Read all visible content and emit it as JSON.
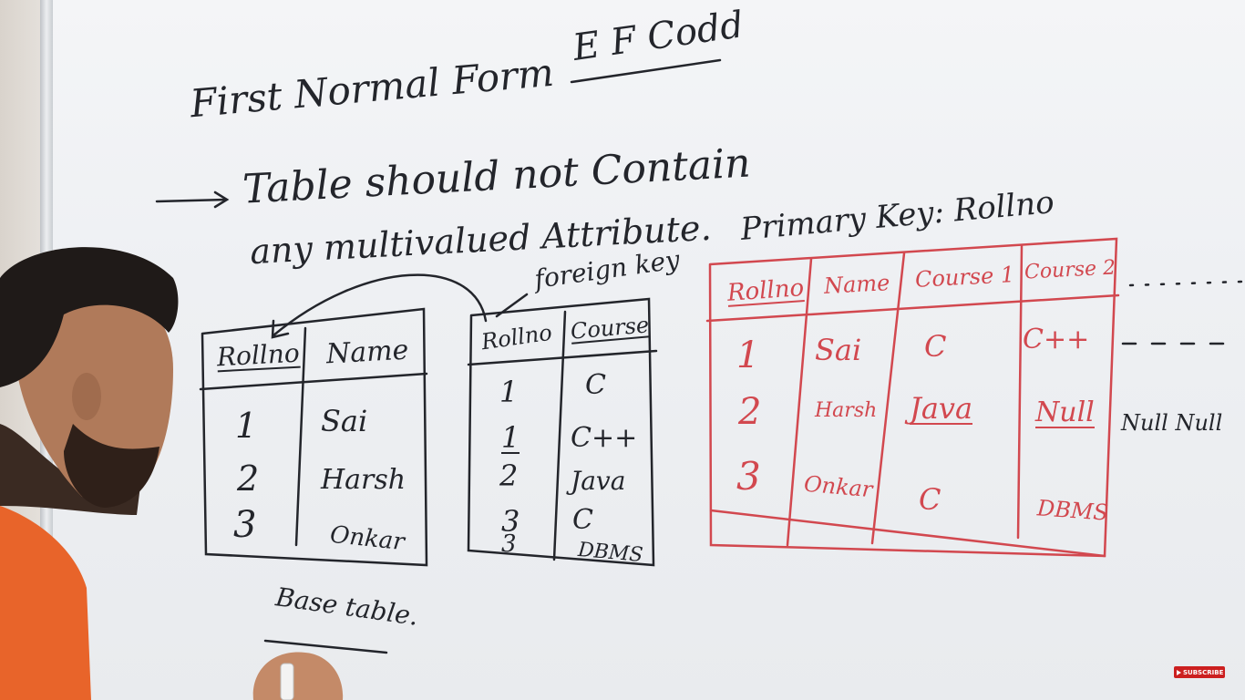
{
  "board": {
    "title": "First Normal Form",
    "author": "E F Codd",
    "rule_line1": "Table should not Contain",
    "rule_line2": "any multivalued Attribute.",
    "foreign_key_label": "foreign key",
    "base_table_label": "Base table.",
    "primary_key_label": "Primary Key: Rollno"
  },
  "base_table": {
    "headers": [
      "Rollno",
      "Name"
    ],
    "rows": [
      [
        "1",
        "Sai"
      ],
      [
        "2",
        "Harsh"
      ],
      [
        "3",
        "Onkar"
      ]
    ]
  },
  "course_table": {
    "headers": [
      "Rollno",
      "Course"
    ],
    "rows": [
      [
        "1",
        "C"
      ],
      [
        "1",
        "C++"
      ],
      [
        "2",
        "Java"
      ],
      [
        "3",
        "C"
      ],
      [
        "3",
        "DBMS"
      ]
    ]
  },
  "wide_table": {
    "headers": [
      "Rollno",
      "Name",
      "Course 1",
      "Course 2"
    ],
    "rows": [
      [
        "1",
        "Sai",
        "C",
        "C++"
      ],
      [
        "2",
        "Harsh",
        "Java",
        "Null"
      ],
      [
        "3",
        "Onkar",
        "C",
        "DBMS"
      ]
    ],
    "extra_nulls": "Null Null"
  },
  "overlay": {
    "subscribe_label": "SUBSCRIBE"
  },
  "colors": {
    "marker_black": "#23252b",
    "marker_red": "#d2484f",
    "board": "#f1f2f4"
  }
}
